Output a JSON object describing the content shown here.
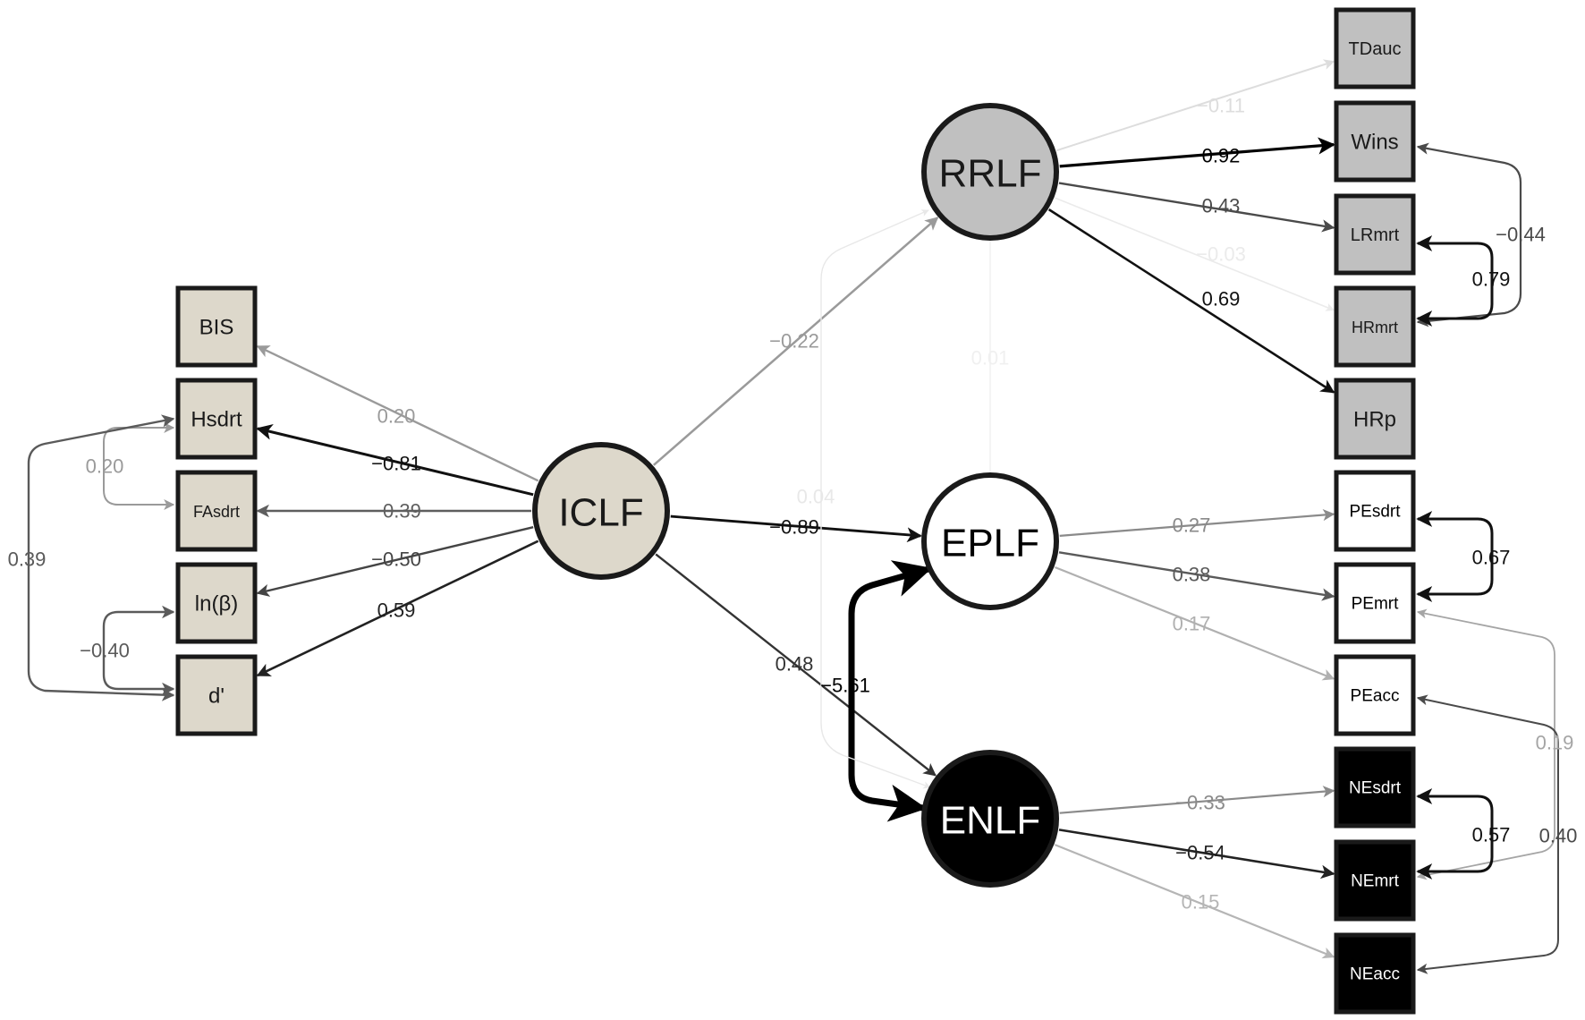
{
  "colors": {
    "ic_fill": "#ddd8cb",
    "rr_fill": "#c0c0c0",
    "ep_fill": "#ffffff",
    "en_fill": "#000000",
    "outline": "#1a1a1a"
  },
  "latents": [
    {
      "id": "ICLF",
      "label": "ICLF",
      "fill": "#ddd8cb",
      "text": "#1a1a1a"
    },
    {
      "id": "RRLF",
      "label": "RRLF",
      "fill": "#c0c0c0",
      "text": "#1a1a1a"
    },
    {
      "id": "EPLF",
      "label": "EPLF",
      "fill": "#ffffff",
      "text": "#000000"
    },
    {
      "id": "ENLF",
      "label": "ENLF",
      "fill": "#000000",
      "text": "#ffffff"
    }
  ],
  "observed": [
    {
      "id": "BIS",
      "label": "BIS",
      "fill": "#ddd8cb",
      "text": "#1a1a1a"
    },
    {
      "id": "Hsdrt",
      "label": "Hsdrt",
      "fill": "#ddd8cb",
      "text": "#1a1a1a"
    },
    {
      "id": "FAsdrt",
      "label": "FAsdrt",
      "fill": "#ddd8cb",
      "text": "#1a1a1a"
    },
    {
      "id": "lnb",
      "label": "ln(β)",
      "fill": "#ddd8cb",
      "text": "#1a1a1a"
    },
    {
      "id": "dprime",
      "label": "d'",
      "fill": "#ddd8cb",
      "text": "#1a1a1a"
    },
    {
      "id": "TDauc",
      "label": "TDauc",
      "fill": "#c0c0c0",
      "text": "#1a1a1a"
    },
    {
      "id": "Wins",
      "label": "Wins",
      "fill": "#c0c0c0",
      "text": "#1a1a1a"
    },
    {
      "id": "LRmrt",
      "label": "LRmrt",
      "fill": "#c0c0c0",
      "text": "#1a1a1a"
    },
    {
      "id": "HRmrt",
      "label": "HRmrt",
      "fill": "#c0c0c0",
      "text": "#1a1a1a"
    },
    {
      "id": "HRp",
      "label": "HRp",
      "fill": "#c0c0c0",
      "text": "#1a1a1a"
    },
    {
      "id": "PEsdrt",
      "label": "PEsdrt",
      "fill": "#ffffff",
      "text": "#000000"
    },
    {
      "id": "PEmrt",
      "label": "PEmrt",
      "fill": "#ffffff",
      "text": "#000000"
    },
    {
      "id": "PEacc",
      "label": "PEacc",
      "fill": "#ffffff",
      "text": "#000000"
    },
    {
      "id": "NEsdrt",
      "label": "NEsdrt",
      "fill": "#000000",
      "text": "#ffffff"
    },
    {
      "id": "NEmrt",
      "label": "NEmrt",
      "fill": "#000000",
      "text": "#ffffff"
    },
    {
      "id": "NEacc",
      "label": "NEacc",
      "fill": "#000000",
      "text": "#ffffff"
    }
  ],
  "paths": [
    {
      "from": "ICLF",
      "to": "BIS",
      "label": "0.20",
      "color": "#9a9a9a"
    },
    {
      "from": "ICLF",
      "to": "Hsdrt",
      "label": "−0.81",
      "color": "#111111"
    },
    {
      "from": "ICLF",
      "to": "FAsdrt",
      "label": "−0.39",
      "color": "#5e5e5e"
    },
    {
      "from": "ICLF",
      "to": "lnb",
      "label": "−0.50",
      "color": "#444444"
    },
    {
      "from": "ICLF",
      "to": "dprime",
      "label": "0.59",
      "color": "#222222"
    },
    {
      "from": "ICLF",
      "to": "RRLF",
      "label": "−0.22",
      "color": "#9a9a9a"
    },
    {
      "from": "ICLF",
      "to": "EPLF",
      "label": "−0.89",
      "color": "#111111"
    },
    {
      "from": "ICLF",
      "to": "ENLF",
      "label": "0.48",
      "color": "#333333"
    },
    {
      "from": "RRLF",
      "to": "TDauc",
      "label": "−0.11",
      "color": "#dddddd"
    },
    {
      "from": "RRLF",
      "to": "Wins",
      "label": "0.92",
      "color": "#000000"
    },
    {
      "from": "RRLF",
      "to": "LRmrt",
      "label": "0.43",
      "color": "#4a4a4a"
    },
    {
      "from": "RRLF",
      "to": "HRmrt",
      "label": "−0.03",
      "color": "#ebebeb"
    },
    {
      "from": "RRLF",
      "to": "HRp",
      "label": "0.69",
      "color": "#111111"
    },
    {
      "from": "EPLF",
      "to": "PEsdrt",
      "label": "0.27",
      "color": "#8a8a8a"
    },
    {
      "from": "EPLF",
      "to": "PEmrt",
      "label": "0.38",
      "color": "#5a5a5a"
    },
    {
      "from": "EPLF",
      "to": "PEacc",
      "label": "0.17",
      "color": "#b0b0b0"
    },
    {
      "from": "ENLF",
      "to": "NEsdrt",
      "label": "−0.33",
      "color": "#8a8a8a"
    },
    {
      "from": "ENLF",
      "to": "NEmrt",
      "label": "−0.54",
      "color": "#222222"
    },
    {
      "from": "ENLF",
      "to": "NEacc",
      "label": "0.15",
      "color": "#b5b5b5"
    }
  ],
  "covariances": [
    {
      "a": "EPLF",
      "b": "ENLF",
      "label": "−5.61",
      "color": "#000000"
    },
    {
      "a": "RRLF",
      "b": "EPLF",
      "label": "0.01",
      "color": "#f0f0f0"
    },
    {
      "a": "RRLF",
      "b": "ENLF",
      "label": "0.04",
      "color": "#e8e8e8"
    },
    {
      "a": "Hsdrt",
      "b": "FAsdrt",
      "label": "0.20",
      "color": "#9a9a9a"
    },
    {
      "a": "Hsdrt",
      "b": "dprime",
      "label": "0.39",
      "color": "#5a5a5a"
    },
    {
      "a": "lnb",
      "b": "dprime",
      "label": "−0.40",
      "color": "#5a5a5a"
    },
    {
      "a": "Wins",
      "b": "HRmrt",
      "label": "−0.44",
      "color": "#4a4a4a"
    },
    {
      "a": "LRmrt",
      "b": "HRmrt",
      "label": "0.79",
      "color": "#111111"
    },
    {
      "a": "PEsdrt",
      "b": "PEmrt",
      "label": "0.67",
      "color": "#111111"
    },
    {
      "a": "PEmrt",
      "b": "NEmrt",
      "label": "0.19",
      "color": "#a5a5a5"
    },
    {
      "a": "PEacc",
      "b": "NEacc",
      "label": "0.40",
      "color": "#4a4a4a"
    },
    {
      "a": "NEsdrt",
      "b": "NEmrt",
      "label": "0.57",
      "color": "#111111"
    }
  ]
}
